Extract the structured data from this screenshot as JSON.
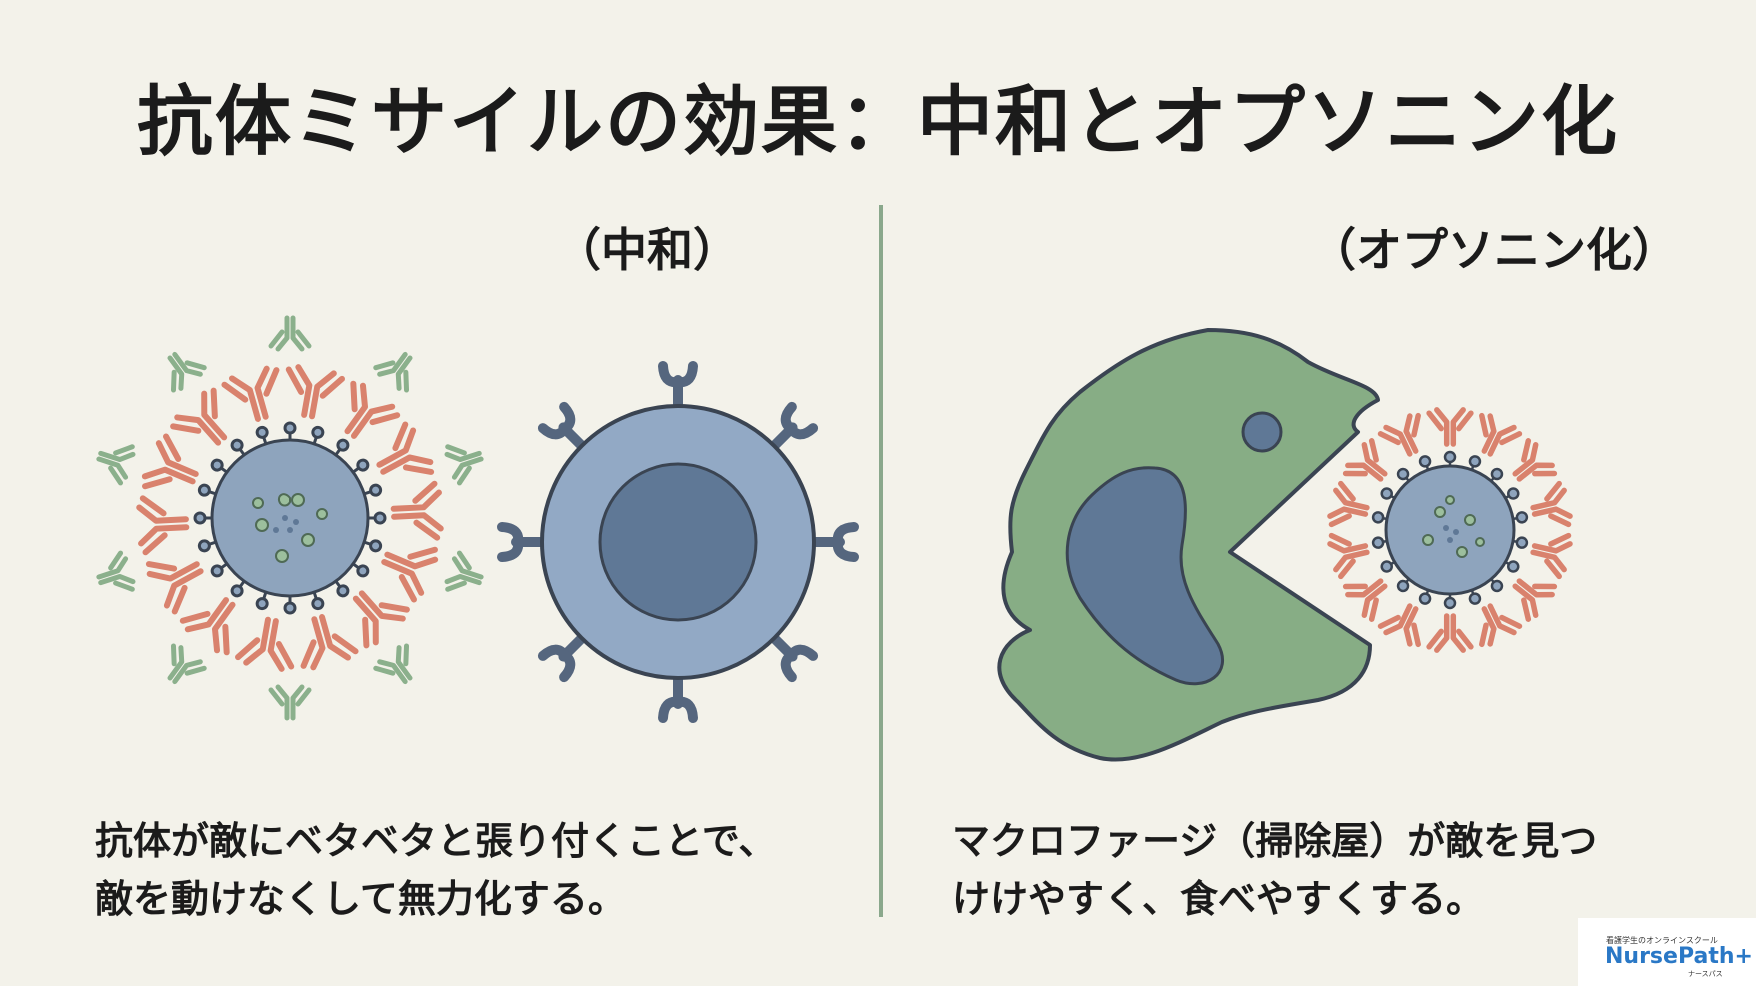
{
  "title": "抗体ミサイルの効果：中和とオプソニン化",
  "left_panel": {
    "title": "（中和）",
    "description": [
      "抗体が敵にベタベタと張り付くことで、",
      "敵を動けなくして無力化する。"
    ]
  },
  "right_panel": {
    "title": "（オプソニン化）",
    "description": [
      "マクロファージ（掃除屋）が敵を見つ",
      "けけやすく、食べやすくする。"
    ]
  },
  "logo": {
    "tagline": "看護学生のオンラインスクール",
    "name": "NursePath+",
    "sub": "ナースパス"
  },
  "colors": {
    "background": "#f3f2ea",
    "virus": "#8ea4bd",
    "antibody_bound": "#d9826d",
    "antibody_free": "#8bb08c",
    "cell": "#92a9c5",
    "nucleus": "#5f7896",
    "macrophage": "#87ad85",
    "outline": "#3a4452"
  }
}
